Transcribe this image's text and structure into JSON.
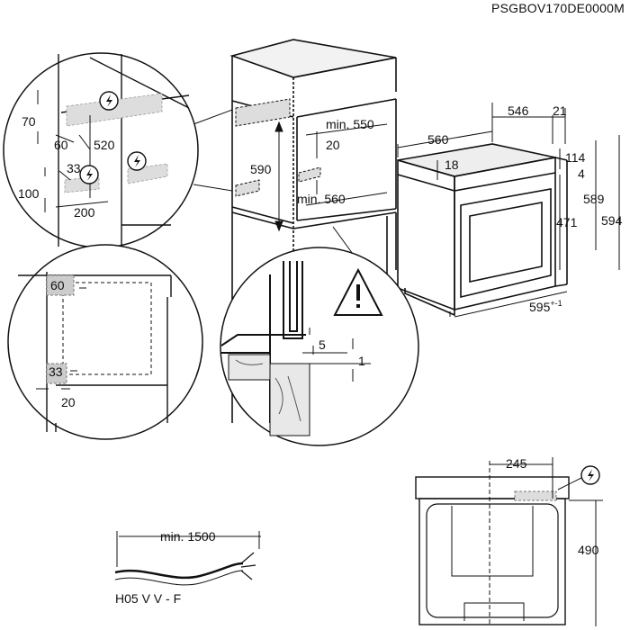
{
  "document": {
    "code": "PSGBOV170DE0000M"
  },
  "cabinet": {
    "min_550": "min. 550",
    "min_560": "min. 560",
    "d20": "20",
    "d590": "590"
  },
  "oven": {
    "w560": "560",
    "d546": "546",
    "d21": "21",
    "d18": "18",
    "d114": "114",
    "d4": "4",
    "d471": "471",
    "d589": "589",
    "d594": "594",
    "w595": "595",
    "tol": "+-1"
  },
  "detail_left": {
    "d70": "70",
    "d60": "60",
    "d520": "520",
    "d33": "33",
    "d100": "100",
    "d200": "200"
  },
  "detail_cut": {
    "d60": "60",
    "d33": "33",
    "d20": "20"
  },
  "detail_gap": {
    "d5": "5",
    "d1": "1"
  },
  "cable": {
    "length": "min. 1500",
    "type": "H05 V V - F"
  },
  "rear": {
    "d245": "245",
    "d490": "490"
  },
  "icons": {
    "electric": "electric-hazard-icon",
    "warning": "warning-triangle-icon"
  }
}
